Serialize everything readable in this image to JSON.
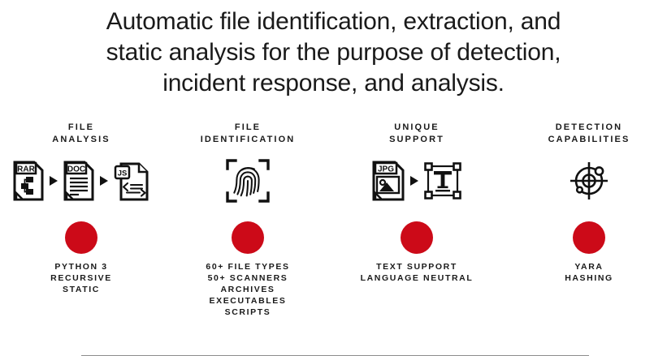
{
  "headline": {
    "lines": [
      "Automatic file identification, extraction, and",
      "static analysis for the purpose of detection,",
      "incident response, and analysis."
    ]
  },
  "colors": {
    "accent_red": "#cc0a18",
    "rail_gray": "#8d8d8d",
    "text_black": "#1a1a1a"
  },
  "timeline": {
    "stages": [
      {
        "title": "FILE\nANALYSIS",
        "caption": "PYTHON 3\nRECURSIVE\nSTATIC",
        "icons": [
          "rar-file-icon",
          "arrow-right-icon",
          "doc-file-icon",
          "arrow-right-icon",
          "js-file-icon"
        ],
        "file_labels": [
          "RAR",
          "DOC",
          "JS"
        ]
      },
      {
        "title": "FILE\nIDENTIFICATION",
        "caption": "60+ FILE TYPES\n50+ SCANNERS\nARCHIVES\nEXECUTABLES\nSCRIPTS",
        "icons": [
          "fingerprint-scan-icon"
        ],
        "file_labels": []
      },
      {
        "title": "UNIQUE\nSUPPORT",
        "caption": "TEXT SUPPORT\nLANGUAGE NEUTRAL",
        "icons": [
          "jpg-file-icon",
          "arrow-right-icon",
          "text-selection-icon"
        ],
        "file_labels": [
          "JPG"
        ]
      },
      {
        "title": "DETECTION\nCAPABILITIES",
        "caption": "YARA\nHASHING",
        "icons": [
          "target-crosshair-icon"
        ],
        "file_labels": []
      }
    ]
  }
}
